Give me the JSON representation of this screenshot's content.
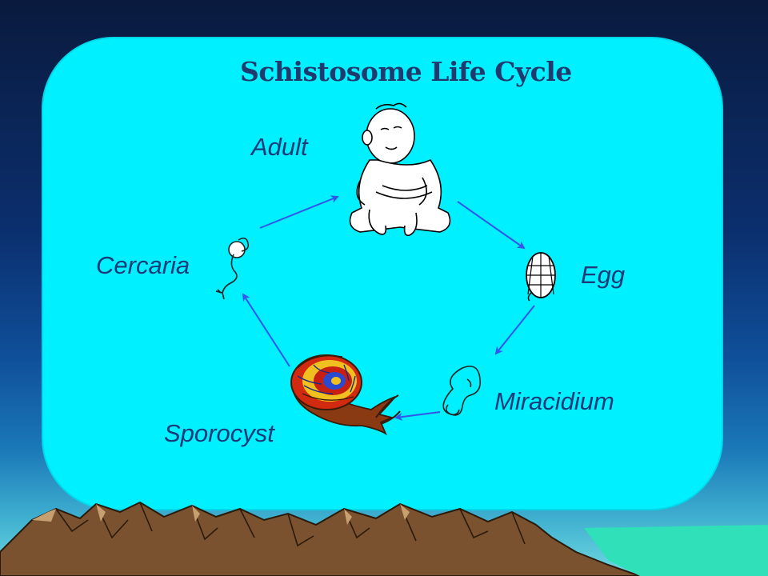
{
  "title": "Schistosome Life Cycle",
  "stages": {
    "adult": "Adult",
    "egg": "Egg",
    "miracidium": "Miracidium",
    "sporocyst": "Sporocyst",
    "cercaria": "Cercaria"
  },
  "colors": {
    "panel": "#00f0ff",
    "text": "#1a3a78",
    "arrow": "#3355ee",
    "mountain": "#7a5230"
  },
  "icons": [
    "baby-icon",
    "egg-icon",
    "miracidium-icon",
    "snail-icon",
    "cercaria-icon",
    "mountain-range"
  ]
}
